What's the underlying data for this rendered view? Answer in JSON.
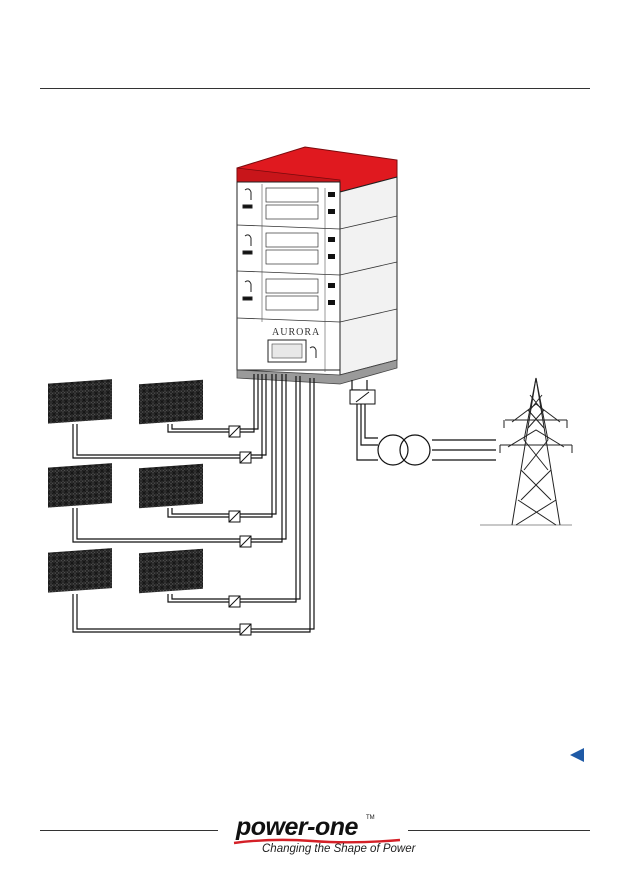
{
  "inverter": {
    "brand_label": "AURORA"
  },
  "footer": {
    "logo_name": "power-one",
    "logo_trademark": "TM",
    "logo_tagline": "Changing the Shape of Power"
  },
  "navigation": {
    "back_icon": "triangle-left-icon",
    "arrow_color": "#1f5aa6"
  },
  "colors": {
    "inverter_roof": "#e0191f",
    "base_plinth": "#9a9a9a",
    "line_color": "#111111"
  }
}
